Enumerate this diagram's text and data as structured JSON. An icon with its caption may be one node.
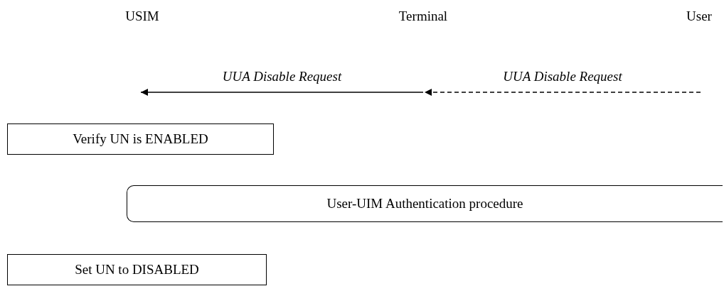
{
  "diagram": {
    "nodes": [
      {
        "text": [
          "USIM"
        ]
      },
      {
        "text": [
          "Terminal"
        ]
      },
      {
        "text": [
          "User"
        ]
      },
      {
        "text": [
          "Verify UN is ENABLED"
        ]
      },
      {
        "text": [
          "User-UIM Authentication procedure"
        ]
      },
      {
        "text": [
          "Set UN to DISABLED"
        ]
      }
    ],
    "edges": [
      {
        "from": 1,
        "to": 0,
        "arrow": "to",
        "label": "UUA Disable Request"
      },
      {
        "from": 2,
        "to": 1,
        "arrow": "to",
        "label": "UUA Disable Request",
        "style": "dashed"
      }
    ]
  }
}
